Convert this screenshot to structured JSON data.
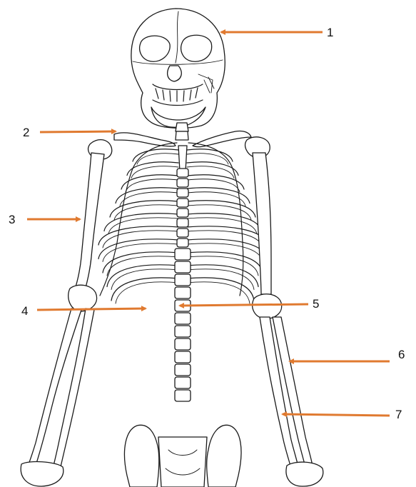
{
  "diagram": {
    "arrow_color": "#e07a30",
    "labels": [
      {
        "id": "1",
        "text": "1"
      },
      {
        "id": "2",
        "text": "2"
      },
      {
        "id": "3",
        "text": "3"
      },
      {
        "id": "4",
        "text": "4"
      },
      {
        "id": "5",
        "text": "5"
      },
      {
        "id": "6",
        "text": "6"
      },
      {
        "id": "7",
        "text": "7"
      }
    ]
  }
}
